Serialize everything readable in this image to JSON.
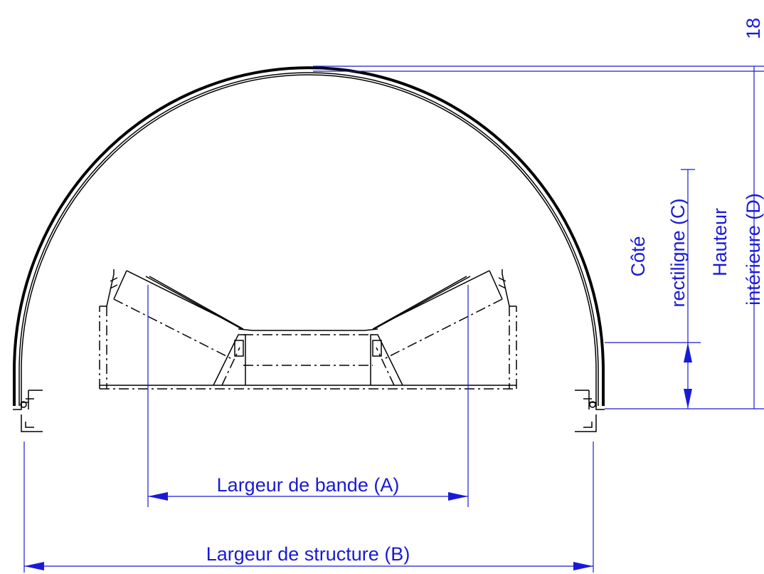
{
  "labels": {
    "belt_width": "Largeur de bande (A)",
    "structure_width": "Largeur de structure (B)",
    "straight_side_line1": "Côté",
    "straight_side_line2": "rectiligne (C)",
    "inner_height_line1": "Hauteur",
    "inner_height_line2": "intérieure (D)",
    "edge_number": "18"
  },
  "colors": {
    "dimension": "#1a1ad6",
    "outline": "#000000"
  }
}
